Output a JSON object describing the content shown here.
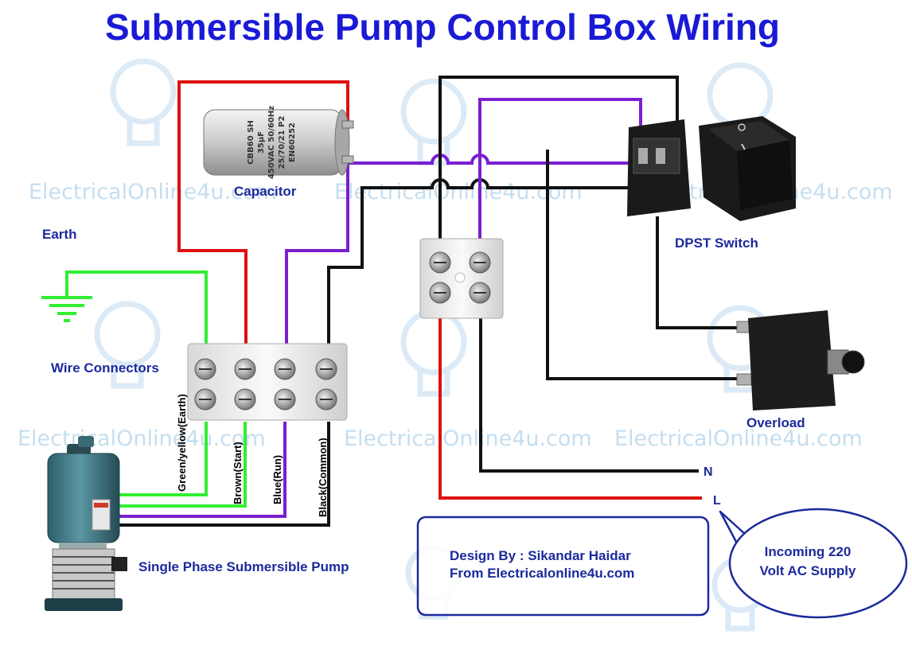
{
  "title": "Submersible Pump Control Box Wiring",
  "watermark": "ElectricalOnline4u.com",
  "labels": {
    "capacitor": "Capacitor",
    "earth": "Earth",
    "wire_connectors": "Wire Connectors",
    "dpst_switch": "DPST Switch",
    "overload": "Overload",
    "pump": "Single Phase Submersible Pump",
    "neutral": "N",
    "line": "L"
  },
  "wire_labels": {
    "earth": "Green/yellow(Earth)",
    "start": "Brown(Start)",
    "run": "Blue(Run)",
    "common": "Black(Common)"
  },
  "capacitor_print": [
    "CBB60 SH",
    "35μF",
    "450VAC 50/60Hz",
    "25/70/21 P2",
    "EN60252"
  ],
  "credits": {
    "line1": "Design By : Sikandar Haidar",
    "line2": "From Electricalonline4u.com"
  },
  "supply": {
    "line1": "Incoming 220",
    "line2": "Volt AC Supply"
  },
  "colors": {
    "title": "#1a1ad6",
    "label": "#1c2a9c",
    "red_wire": "#dd1111",
    "black_wire": "#111111",
    "purple_wire": "#7a1fd1",
    "green_wire": "#33ee33",
    "watermark": "#bcd9ee"
  }
}
